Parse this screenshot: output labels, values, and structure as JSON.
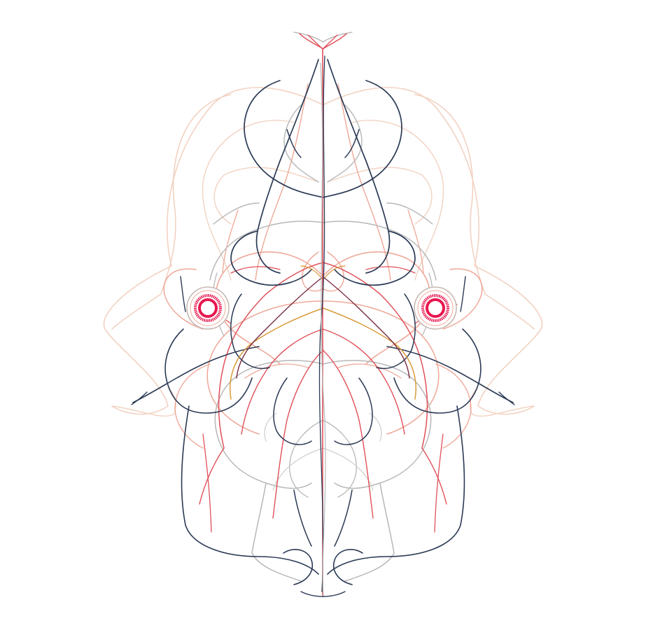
{
  "artwork": {
    "kind": "symmetric-line-drawing",
    "symmetry": "vertical-mirror",
    "palette": {
      "navy": "#2b3a55",
      "red": "#e0505a",
      "salmon": "#eea898",
      "peach": "#f2d2c2",
      "gray": "#b7b7b7",
      "light_gray": "#d2d0cc",
      "orange": "#d99a3a",
      "maroon": "#7a2e42",
      "pink": "#e8174f"
    },
    "eyes": {
      "count": 2,
      "color": "#e8174f",
      "ring_color": "#c7b9b3"
    }
  }
}
